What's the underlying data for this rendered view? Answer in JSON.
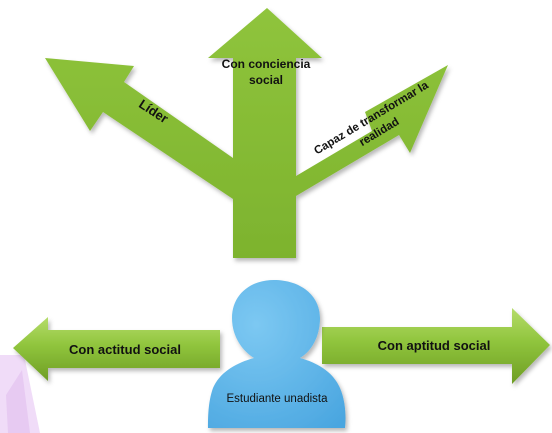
{
  "diagram": {
    "top_labels": {
      "left": "Líder",
      "center_line1": "Con conciencia",
      "center_line2": "social",
      "right_line1": "Capaz de transformar la",
      "right_line2": "realidad"
    },
    "bottom_labels": {
      "left": "Con actitud social",
      "right": "Con aptitud social",
      "person": "Estudiante unadista"
    },
    "colors": {
      "arrow_green": "#8fc43c",
      "arrow_green_dark": "#6e9d24",
      "arrow_green_light": "#a8d65a",
      "person_blue": "#5ab4ea",
      "person_blue_dark": "#3b8fc4",
      "accent_purple": "#e8c8f4"
    }
  }
}
